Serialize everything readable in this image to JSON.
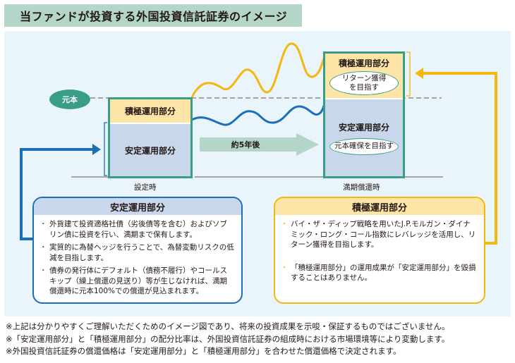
{
  "title": "当ファンドが投資する外国投資信託証券のイメージ",
  "diagram": {
    "principal_label": "元本",
    "start": {
      "label": "設定時",
      "top_label": "積極運用部分",
      "bottom_label": "安定運用部分"
    },
    "duration_label": "約5年後",
    "end": {
      "label": "満期償還時",
      "top_label": "積極運用部分",
      "top_goal": "リターン獲得を目指す",
      "bottom_label": "安定運用部分",
      "bottom_goal": "元本確保を目指す"
    },
    "colors": {
      "stable": "#1a6fb8",
      "active": "#f3b710",
      "frame": "#3a9e86"
    }
  },
  "stable_panel": {
    "heading": "安定運用部分",
    "bullets": [
      "外貨建て投資適格社債（劣後債等を含む）およびソブリン債に投資を行い、満期まで保有します。",
      "実質的に為替ヘッジを行うことで、為替変動リスクの低減を目指します。",
      "債券の発行体にデフォルト（債務不履行）やコールスキップ（繰上償還の見送り）等が生じなければ、満期償還時に元本100%での償還が見込まれます。"
    ]
  },
  "active_panel": {
    "heading": "積極運用部分",
    "bullets": [
      "バイ・ザ・ディップ戦略を用いたJ.P.モルガン・ダイナミック・ロング・コール指数にレバレッジを活用し、リターン獲得を目指します。",
      "「積極運用部分」の運用成果が「安定運用部分」を毀損することはありません。"
    ]
  },
  "notes": [
    "※上記は分かりやすくご理解いただくためのイメージ図であり、将来の投資成果を示唆・保証するものではございません。",
    "※「安定運用部分」と「積極運用部分」の配分比率は、外国投資信託証券の組成時における市場環境等により変動します。",
    "※外国投資信託証券の償還価格は「安定運用部分」と「積極運用部分」を合わせた償還価格で決定されます。"
  ]
}
